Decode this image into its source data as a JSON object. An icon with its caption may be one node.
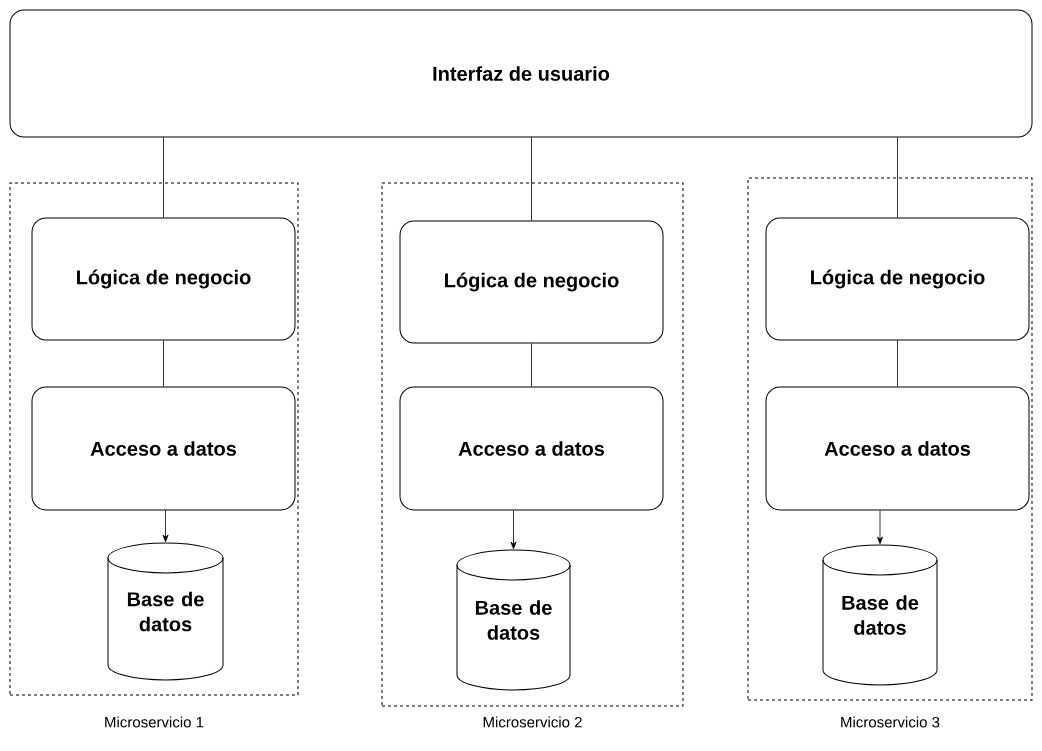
{
  "diagram": {
    "nodes": [
      {
        "text": [
          "Interfaz de usuario"
        ]
      },
      {
        "text": [],
        "shape": "box",
        "beside": [
          "Microservicio 1"
        ]
      },
      {
        "text": [
          "Lógica de negocio"
        ],
        "in": 1
      },
      {
        "text": [
          "Acceso a datos"
        ],
        "in": 1
      },
      {
        "text": [
          "Base de datos"
        ],
        "in": 1
      },
      {
        "text": [],
        "shape": "box",
        "beside": [
          "Microservicio 2"
        ]
      },
      {
        "text": [
          "Lógica de negocio"
        ],
        "in": 5
      },
      {
        "text": [
          "Acceso a datos"
        ],
        "in": 5
      },
      {
        "text": [
          "Base de datos"
        ],
        "in": 5
      },
      {
        "text": [],
        "shape": "box",
        "beside": [
          "Microservicio 3"
        ]
      },
      {
        "text": [
          "Lógica de negocio"
        ],
        "in": 9
      },
      {
        "text": [
          "Acceso a datos"
        ],
        "in": 9
      },
      {
        "text": [
          "Base de datos"
        ],
        "in": 9
      }
    ],
    "edges": [
      {
        "from": 0,
        "to": 2,
        "arrow": "none"
      },
      {
        "from": 2,
        "to": 3,
        "arrow": "none"
      },
      {
        "from": 3,
        "to": 4,
        "arrow": "to"
      },
      {
        "from": 0,
        "to": 6,
        "arrow": "none"
      },
      {
        "from": 6,
        "to": 7,
        "arrow": "none"
      },
      {
        "from": 7,
        "to": 8,
        "arrow": "to"
      },
      {
        "from": 0,
        "to": 10,
        "arrow": "none"
      },
      {
        "from": 10,
        "to": 11,
        "arrow": "none"
      },
      {
        "from": 11,
        "to": 12,
        "arrow": "to"
      }
    ]
  }
}
